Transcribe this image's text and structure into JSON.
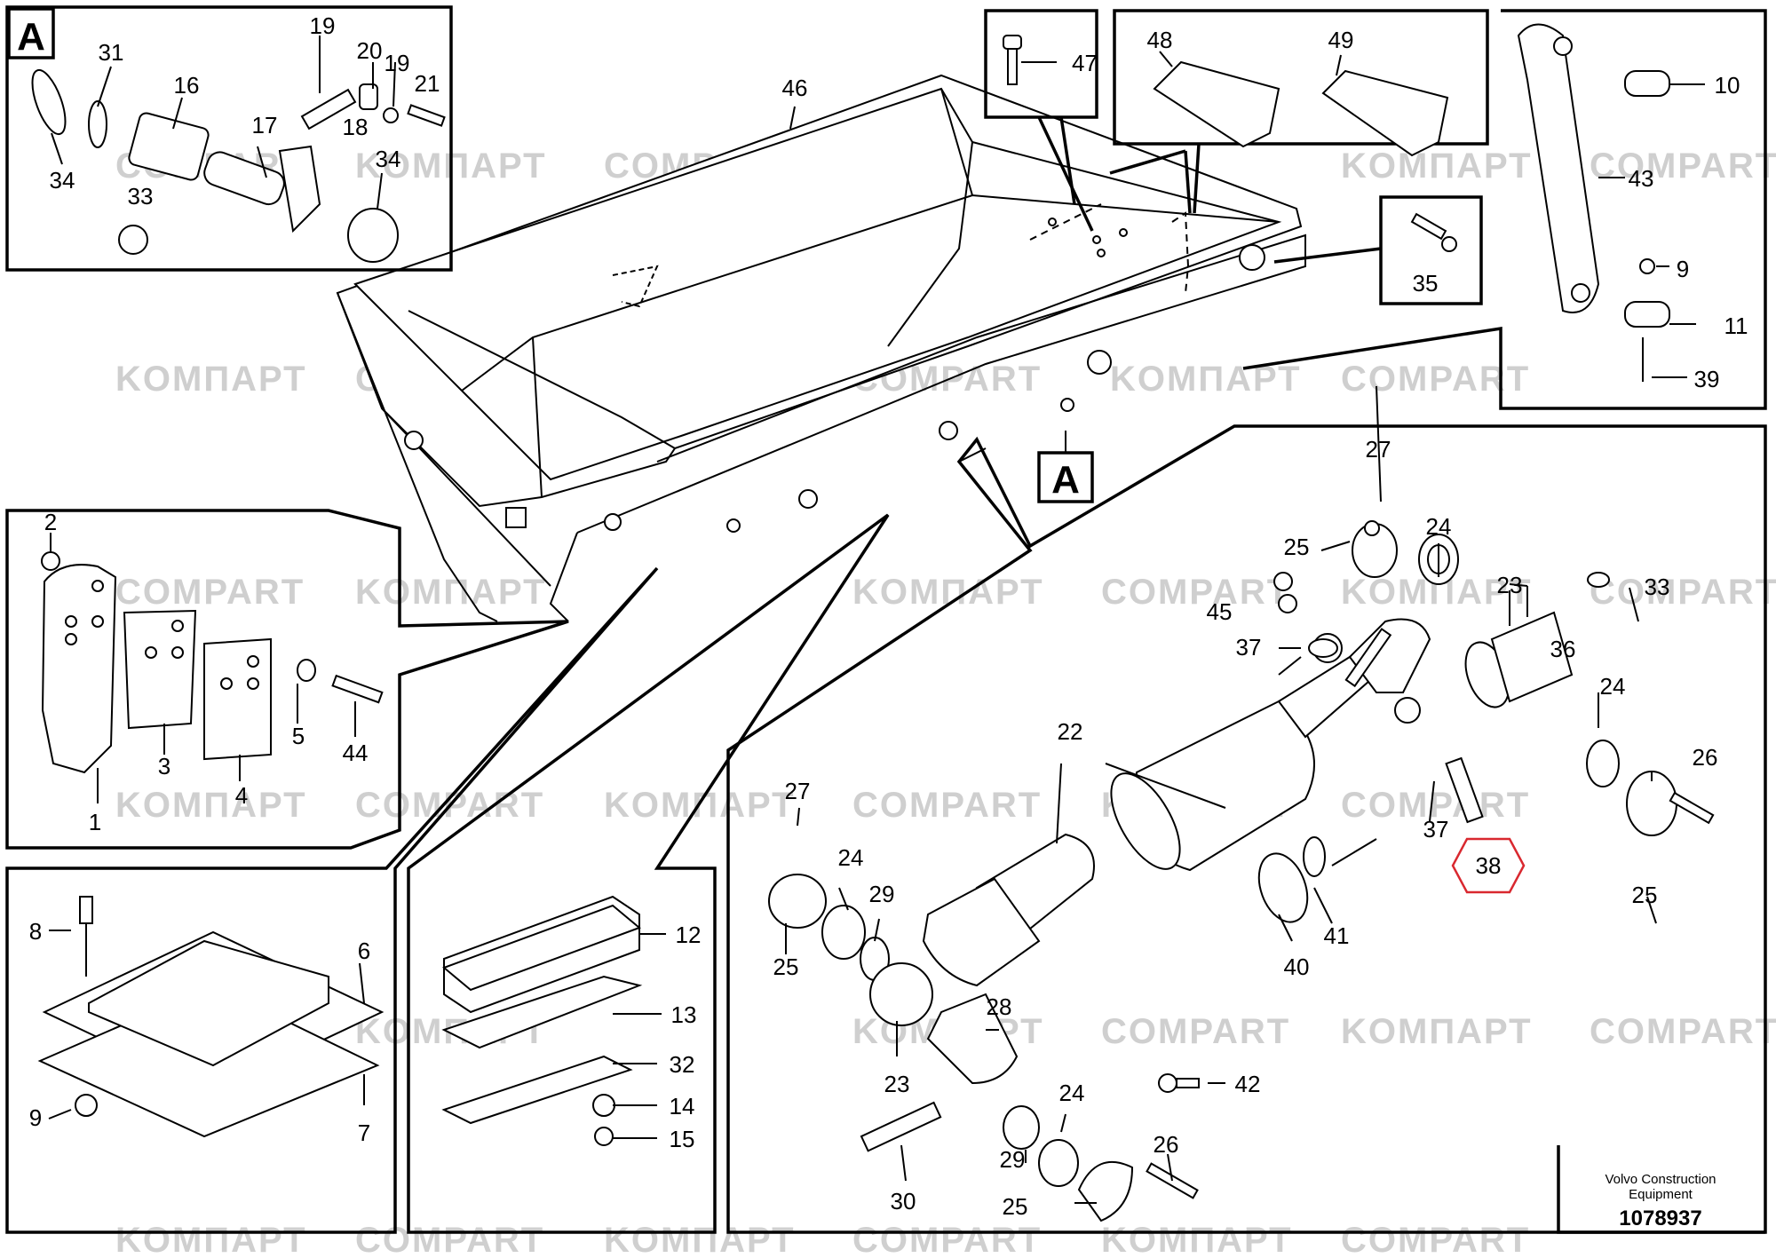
{
  "callout_letter": "A",
  "watermarks": [
    "KOMПАРТ",
    "COMPART"
  ],
  "highlight_color": "#d9282f",
  "highlighted_part": "38",
  "footer": {
    "company_line1": "Volvo Construction",
    "company_line2": "Equipment",
    "drawing_number": "1078937"
  },
  "labels": {
    "p1": "1",
    "p2": "2",
    "p3": "3",
    "p4": "4",
    "p5": "5",
    "p6": "6",
    "p7": "7",
    "p8": "8",
    "p9": "9",
    "p10": "10",
    "p11": "11",
    "p12": "12",
    "p13": "13",
    "p14": "14",
    "p15": "15",
    "p16": "16",
    "p17": "17",
    "p18": "18",
    "p19a": "19",
    "p19b": "19",
    "p20": "20",
    "p21": "21",
    "p22": "22",
    "p23a": "23",
    "p23b": "23",
    "p24a": "24",
    "p24b": "24",
    "p24c": "24",
    "p24d": "24",
    "p25a": "25",
    "p25b": "25",
    "p25c": "25",
    "p25d": "25",
    "p26a": "26",
    "p26b": "26",
    "p27a": "27",
    "p27b": "27",
    "p28": "28",
    "p29a": "29",
    "p29b": "29",
    "p30": "30",
    "p31": "31",
    "p32": "32",
    "p33a": "33",
    "p33b": "33",
    "p34a": "34",
    "p34b": "34",
    "p35": "35",
    "p36": "36",
    "p37a": "37",
    "p37b": "37",
    "p38": "38",
    "p39": "39",
    "p40": "40",
    "p41": "41",
    "p42": "42",
    "p43": "43",
    "p44": "44",
    "p45": "45",
    "p46": "46",
    "p47": "47",
    "p48": "48",
    "p49": "49"
  }
}
